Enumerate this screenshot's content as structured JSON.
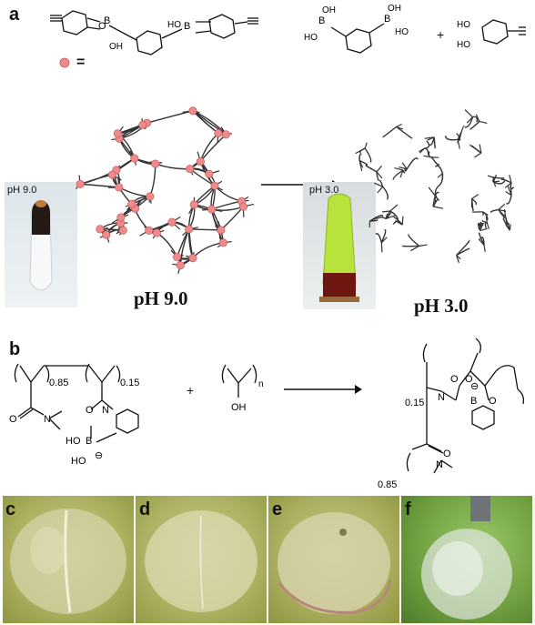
{
  "panels": {
    "a": "a",
    "b": "b",
    "c": "c",
    "d": "d",
    "e": "e",
    "f": "f"
  },
  "panel_a": {
    "legend_equals": "=",
    "plus": "+",
    "tube_left_label": "pH 9.0",
    "tube_right_label": "pH 3.0",
    "caption_left": "pH 9.0",
    "caption_right": "pH 3.0",
    "ester_OH": "OH",
    "ester_HO": "HO",
    "ester_B1": "B",
    "ester_B2": "B",
    "ester_O": "O",
    "acid_OH1": "OH",
    "acid_OH2": "OH",
    "acid_HO1": "HO",
    "acid_HO2": "HO",
    "acid_B1": "B",
    "acid_B2": "B",
    "catechol_HO1": "HO",
    "catechol_HO2": "HO"
  },
  "panel_b": {
    "frac_085": "0.85",
    "frac_015": "0.15",
    "sub_n": "n",
    "OH": "OH",
    "O": "O",
    "N": "N",
    "B": "B",
    "HO1": "HO",
    "HO2": "HO",
    "plus": "+",
    "prod_frac_015": "0.15",
    "prod_frac_085": "0.85",
    "prod_O1": "O",
    "prod_O2": "O",
    "prod_O3": "O",
    "prod_O4": "O",
    "prod_B": "B",
    "prod_N1": "N",
    "prod_N2": "N",
    "minus": "⊖"
  },
  "colors": {
    "crosslink": "#ef8a8a",
    "strand": "#333333",
    "photo_bg": "#b7ba5e"
  }
}
